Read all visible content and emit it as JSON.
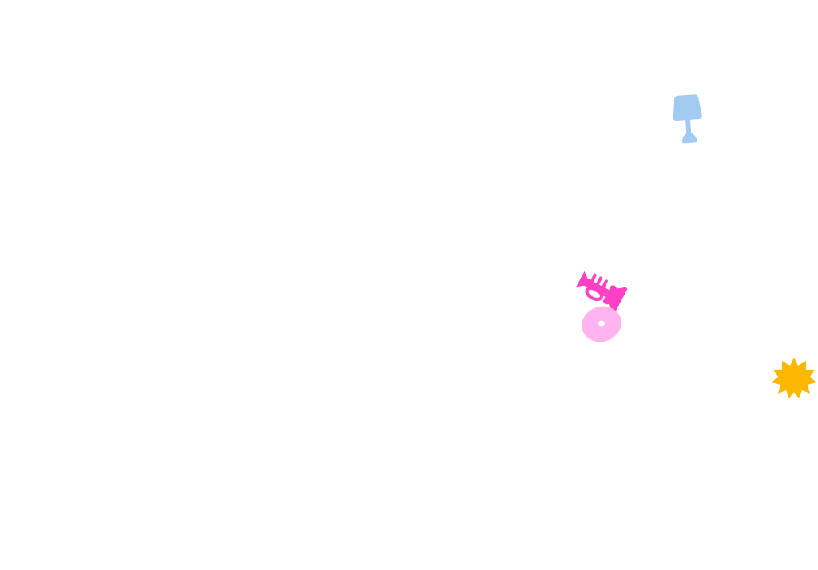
{
  "scene": {
    "background_color": "#ffffff",
    "items": [
      {
        "name": "lamp",
        "icon": "table-lamp-icon",
        "color": "#a3cbf1"
      },
      {
        "name": "trumpet",
        "icon": "trumpet-icon",
        "color": "#ff3fc4"
      },
      {
        "name": "disc",
        "icon": "disc-icon",
        "color": "#ffb3ef"
      },
      {
        "name": "sun",
        "icon": "sun-burst-icon",
        "color": "#ffb600"
      }
    ]
  }
}
